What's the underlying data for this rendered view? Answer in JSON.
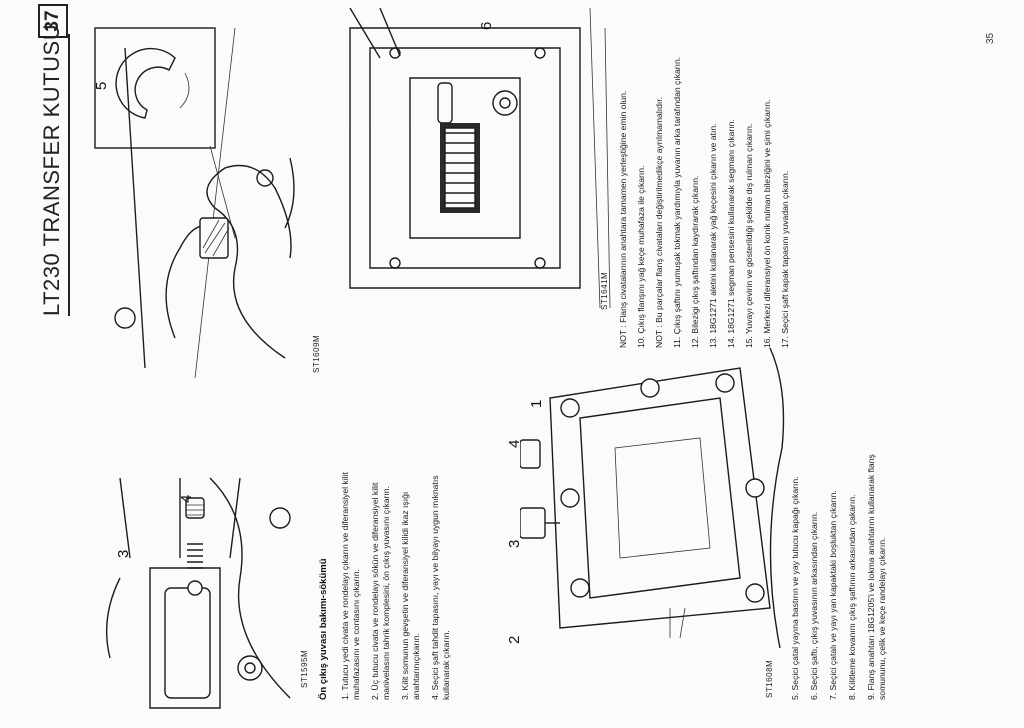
{
  "header": {
    "title": "LT230 TRANSFER KUTUSU",
    "page_box": "37"
  },
  "page_number": "35",
  "figures": {
    "fig1": {
      "code": "ST1595M",
      "callouts": [
        "3",
        "4"
      ]
    },
    "fig2": {
      "code": "ST1609M",
      "callouts": [
        "5"
      ]
    },
    "fig3": {
      "code": "ST1608M",
      "callouts": [
        "1",
        "2",
        "3",
        "4"
      ]
    },
    "fig4": {
      "code": "ST1641M",
      "callouts": [
        "6"
      ]
    }
  },
  "section": {
    "title": "Ön çıkış yuvası bakımı-sökümü",
    "steps_left": [
      "1. Tutucu yedi civata ve rondelayı çıkarın ve diferansiyel kilit muhafazasını ve contasını çıkarın.",
      "2. Üç tutucu civata ve rondelayı sökün ve diferansiyel kilit manivelasını tahrik komplesini, ön çıkış yuvasını çıkarın.",
      "3. Kilit somunun gevşetin ve diferansiyel kilidi ikaz ışığı anahtarınıçıkarın.",
      "4. Seçici şaft tahdit tapasını, yayı ve bilyayı uygun mıknatıs kullanarak çıkarın."
    ],
    "steps_middle": [
      "5. Seçici çatal yayına bastırın ve yay tutucu kapağı çıkarın.",
      "6. Seçici şaftı, çıkış yuvasının arkasından çıkarın.",
      "7. Seçici çatalı ve yayı yan kapaktaki boşluktan çıkarın.",
      "8. Kilitleme kovanını çıkış şaftının arkasından çakarın.",
      "9. Flanş anahtarı 18G1205'i ve lokma anahtarını kullanarak flanş somununu, çelik ve keçe randelayı çıkarın."
    ],
    "steps_right": [
      "NOT : Flanş civatalarının anahtara tamamen yerleştiğine emin olun.",
      "10. Çıkış flanşını yağ keçe muhafaza ile çıkarın.",
      "NOT : Bu parçalar flanş civataları değiştirilmedikçe ayrılmamalıdır.",
      "11. Çıkış şaftını yumuşak tokmak yardımıyla yuvanın arka tarafından çıkarın.",
      "12. Bilezigi çıkış şaftından kaydırarak çıkarın.",
      "13. 18G1271 aletini kullanarak yağ keçesini çıkarın ve atın.",
      "14. 18G1271 segman pensesini kullanarak segmanı çıkarın.",
      "15. Yuvayı çevirin ve gösterildiği şekilde dış rulman çıkarın.",
      "16. Merkezi diferansiyel ön konik rulman bileziğini ve şimi çıkarın.",
      "17. Seçici şaft kapak tapasını yuvadan çıkarın."
    ]
  }
}
